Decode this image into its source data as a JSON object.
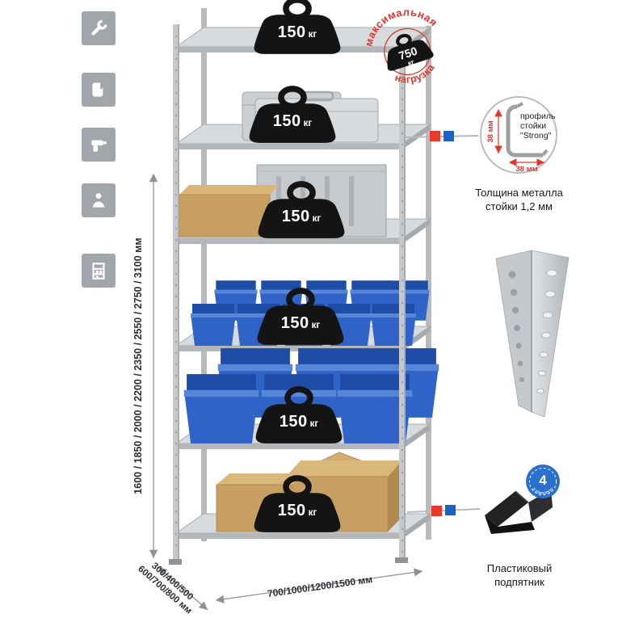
{
  "colors": {
    "stamp_red": "#e0362c",
    "marker_red": "#e8392b",
    "marker_blue": "#1b62c5",
    "badge_blue": "#2a70cf",
    "bin_blue": "#2f63c8",
    "metal_gray": "#c6c9cb"
  },
  "sidebar": {
    "icons": [
      {
        "name": "wrench-icon"
      },
      {
        "name": "gloves-icon"
      },
      {
        "name": "drill-icon"
      },
      {
        "name": "person-icon"
      },
      {
        "name": "rack-icon"
      }
    ]
  },
  "shelves": [
    {
      "load_value": "150",
      "load_unit": "кг"
    },
    {
      "load_value": "150",
      "load_unit": "кг"
    },
    {
      "load_value": "150",
      "load_unit": "кг"
    },
    {
      "load_value": "150",
      "load_unit": "кг"
    },
    {
      "load_value": "150",
      "load_unit": "кг"
    },
    {
      "load_value": "150",
      "load_unit": "кг"
    }
  ],
  "max_load_stamp": {
    "arc_top": "максимальная",
    "arc_bottom": "нагрузка",
    "value": "750",
    "unit": "кг"
  },
  "profile_detail": {
    "line1": "профиль",
    "line2": "стойки",
    "line3": "\"Strong\"",
    "dim_vertical": "38 мм",
    "dim_horizontal": "38 мм",
    "note_line1": "Толщина металла",
    "note_line2": "стойки 1,2 мм"
  },
  "foot_detail": {
    "badge_value": "4",
    "badge_text": "в комплекте",
    "label_line1": "Пластиковый",
    "label_line2": "подпятник"
  },
  "dimensions": {
    "height": "1600 / 1850 / 2000 / 2200 / 2350 / 2550 / 2750 / 3100 мм",
    "depth_line1": "300/400/500",
    "depth_line2": "600/700/800 мм",
    "width": "700/1000/1200/1500 мм"
  }
}
